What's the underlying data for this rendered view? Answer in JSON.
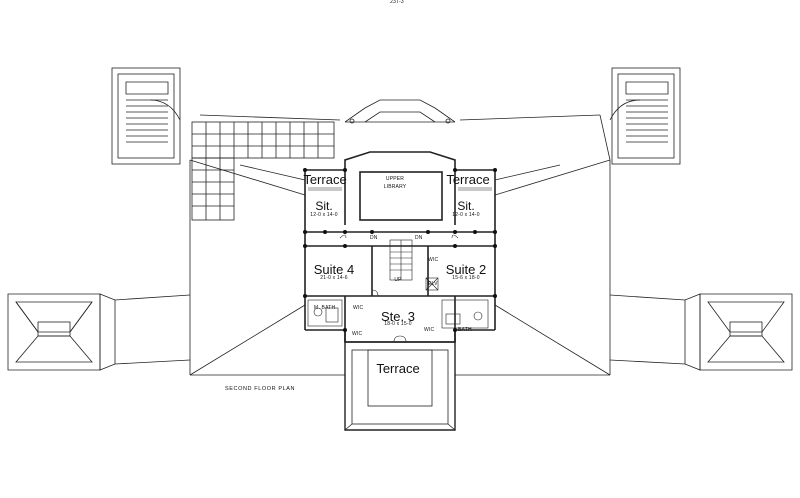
{
  "page_number": "23T-3",
  "plan_title": "SECOND FLOOR PLAN",
  "rooms": {
    "terrace_left": {
      "name": "Terrace"
    },
    "terrace_right": {
      "name": "Terrace"
    },
    "sit_left": {
      "name": "Sit.",
      "size": "12-0 x 14-0"
    },
    "sit_right": {
      "name": "Sit.",
      "size": "12-0 x 14-0"
    },
    "upper_library": {
      "line1": "UPPER",
      "line2": "LIBRARY"
    },
    "suite4": {
      "name": "Suite 4",
      "size": "21-0 x 14-6"
    },
    "suite2": {
      "name": "Suite 2",
      "size": "15-6 x 18-0"
    },
    "suite3": {
      "name": "Ste. 3",
      "size": "18-0 x 15-0"
    },
    "terrace_bottom": {
      "name": "Terrace"
    }
  },
  "small_labels": {
    "dn_left": "DN",
    "dn_right": "DN",
    "up": "UP",
    "m_bath": "M. BATH",
    "wic_left": "WIC",
    "wic_bottom_left": "WIC",
    "wic_right": "WIC",
    "wic_bottom_right": "WIC",
    "bath": "BATH",
    "elv": "ELV"
  }
}
